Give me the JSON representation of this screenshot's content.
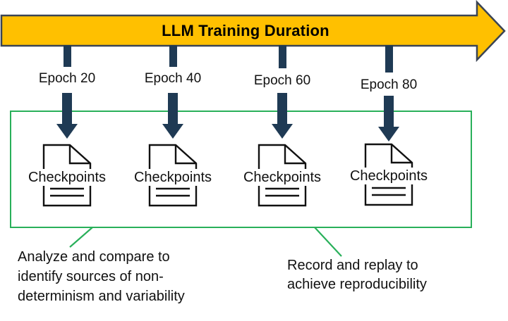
{
  "banner": {
    "title": "LLM Training Duration"
  },
  "columns": [
    {
      "epoch": "Epoch 20",
      "checkpoint_label": "Checkpoints"
    },
    {
      "epoch": "Epoch 40",
      "checkpoint_label": "Checkpoints"
    },
    {
      "epoch": "Epoch 60",
      "checkpoint_label": "Checkpoints"
    },
    {
      "epoch": "Epoch 80",
      "checkpoint_label": "Checkpoints"
    }
  ],
  "captions": {
    "left": "Analyze and compare to\nidentify sources of non-\ndeterminism and variability",
    "right": "Record and replay to\nachieve reproducibility"
  },
  "icons": {
    "banner_arrow": "right-arrow-banner",
    "tick": "timeline-tick",
    "down_arrow": "down-arrow-icon",
    "checkpoint": "document-icon"
  },
  "colors": {
    "yellow": "#FFC000",
    "navy": "#1F3A54",
    "green": "#29B05A",
    "outline": "#3A4454",
    "ink": "#111111"
  }
}
